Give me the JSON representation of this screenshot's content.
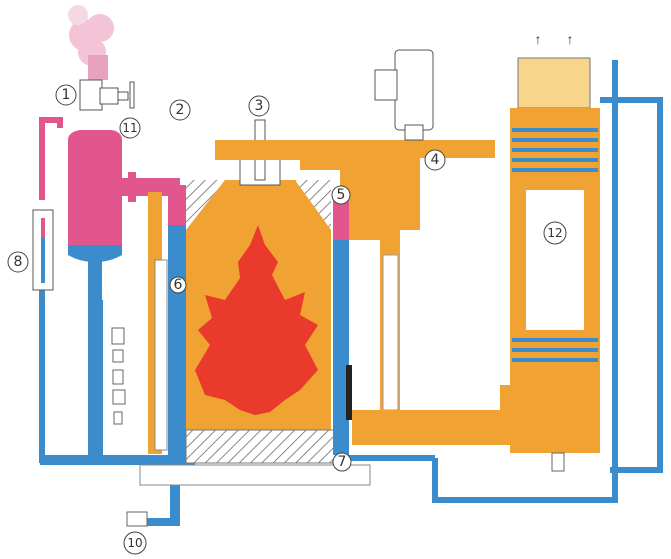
{
  "diagram": {
    "type": "boiler cross-section",
    "colors": {
      "shell": "#f0a232",
      "water": "#3a8ccd",
      "steam": "#e2568e",
      "flame": "#ea3a2c",
      "outline": "#555555"
    },
    "callouts": [
      {
        "id": "1",
        "label": "1"
      },
      {
        "id": "2",
        "label": "2"
      },
      {
        "id": "3",
        "label": "3"
      },
      {
        "id": "4",
        "label": "4"
      },
      {
        "id": "5",
        "label": "5"
      },
      {
        "id": "6",
        "label": "6"
      },
      {
        "id": "7",
        "label": "7"
      },
      {
        "id": "8",
        "label": "8"
      },
      {
        "id": "10",
        "label": "10"
      },
      {
        "id": "11",
        "label": "11"
      },
      {
        "id": "12",
        "label": "12"
      }
    ]
  }
}
